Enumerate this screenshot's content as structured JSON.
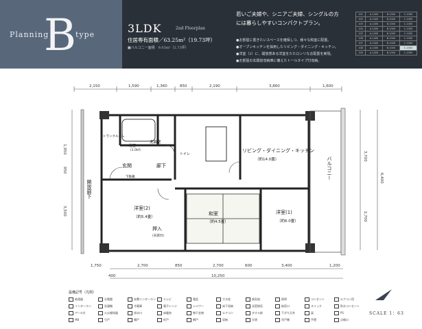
{
  "header": {
    "planning": "Planning",
    "letter": "B",
    "type": "type",
    "layout": "3LDK",
    "floorplan_label": "2nd Floorplan",
    "area": "住居専有面積／63.25m²（19.73坪）",
    "balcony": "■バルコニー面積　9.03m²（2.73坪）",
    "catch": "若いご夫婦や、シニアご夫婦、シングルの方には暮らしやすいコンパクトプラン。",
    "bullets": [
      "●お部屋に置きたいスペースを確保しつ、様々な和室に配置。",
      "●オープンキッチンを採用したリビング・ダイニング・キッチン。",
      "●洋室（2）に、開放感ある洋室をたたロンリなお配置を実現。",
      "●お部屋の玄関前収納庫に備えたトールタイプ付収納。"
    ]
  },
  "room_table": [
    [
      "101",
      "A-1400",
      "B-1000",
      "C-1000"
    ],
    [
      "102",
      "A-1400",
      "B-1000",
      "C-1000"
    ],
    [
      "103",
      "A-1400",
      "B-1000",
      "C-1000"
    ],
    [
      "104",
      "A-1400",
      "B-1000",
      "C-1000"
    ],
    [
      "105",
      "A-1400",
      "B-1000",
      "C-1000"
    ],
    [
      "106",
      "A-1400",
      "B-1000",
      "C-1000"
    ],
    [
      "107",
      "A-1400",
      "B-1000",
      "C-1000"
    ],
    [
      "108",
      "A-1400",
      "B-1000",
      "C-1000"
    ],
    [
      "109",
      "A-1400",
      "B-1000",
      "C-1000"
    ]
  ],
  "dims_top": [
    "2,150",
    "1,590",
    "1,360",
    "850",
    "2,190",
    "3,860",
    "1,600"
  ],
  "dims_bottom": [
    "1,750",
    "2,700",
    "850",
    "2,700",
    "600",
    "3,400",
    "1,200"
  ],
  "dim_bottom_total": "10,250",
  "dim_bottom_left": "400",
  "dims_left": [
    "1,950",
    "950",
    "3,500"
  ],
  "dims_right": [
    "3,700",
    "6,400",
    "2,700"
  ],
  "rooms": {
    "storage": "トランクルーム",
    "bath": "浴室\n(1.0kf)",
    "washroom": "洗面室",
    "wc": "トイレ",
    "entrance": "玄関",
    "hall": "廊下",
    "shoebox": "下駄箱",
    "ldk": "リビング・ダイニング・キッチン",
    "ldk_size": "（約14.0畳）",
    "western2": "洋室(2)",
    "western2_size": "（約5.4畳）",
    "closet": "押入",
    "closet_sub": "(天袋付)",
    "japanese": "和室",
    "japanese_size": "（約4.5畳）",
    "western1": "洋室(1)",
    "western1_size": "（約6.0畳）",
    "balcony": "バルコニー",
    "corridor": "開放廊下"
  },
  "legend": {
    "title": "設備記号（凡例）",
    "items": [
      "給湯器",
      "分電盤",
      "玄関インターホン",
      "テレビ",
      "電話",
      "ガス栓",
      "換気扇",
      "照明",
      "コンセント",
      "エアコン用",
      "インターホン",
      "洗濯機",
      "冷蔵庫",
      "電子レンジ",
      "シャワー",
      "床下収納",
      "浴室換気",
      "給気口",
      "スイッチ",
      "防水コンセント",
      "アース付",
      "火災報知器",
      "排水口",
      "床暖房",
      "物干金物",
      "エアコン",
      "タオル掛",
      "下がり天井",
      "梁",
      "PS",
      "MB",
      "引戸",
      "開戸",
      "折戸",
      "網戸",
      "収納",
      "天袋",
      "吊戸棚",
      "手摺",
      "点検口"
    ]
  },
  "scale": "SCALE 1：63"
}
